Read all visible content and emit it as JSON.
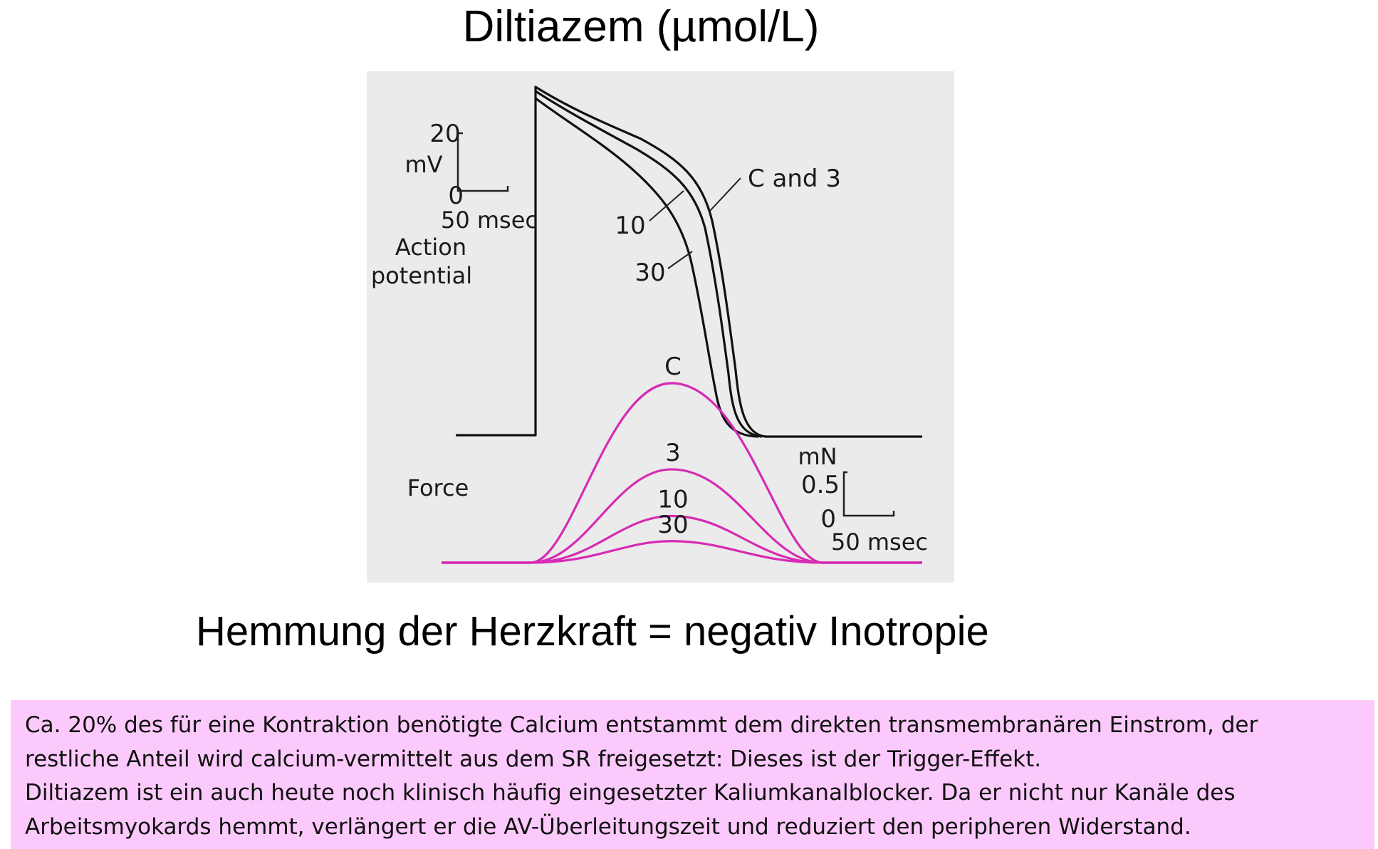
{
  "title": "Diltiazem (µmol/L)",
  "subtitle": "Hemmung der Herzkraft = negativ Inotropie",
  "note": {
    "lines": [
      "Ca. 20% des für eine Kontraktion benötigte Calcium entstammt dem direkten transmembranären Einstrom, der",
      "restliche Anteil wird calcium-vermittelt aus dem SR freigesetzt: Dieses ist der Trigger-Effekt.",
      "Diltiazem ist ein auch heute noch klinisch häufig eingesetzter Kaliumkanalblocker. Da er nicht nur Kanäle des",
      "Arbeitsmyokards hemmt, verlängert er die AV-Überleitungszeit und reduziert den peripheren Widerstand."
    ]
  },
  "colors": {
    "action_potential": "#111111",
    "force": "#d62bb4",
    "figure_bg": "#ebebeb",
    "note_bg": "#fbc9fb"
  },
  "chart_data": {
    "type": "line",
    "panels": [
      {
        "label_lines": [
          "Action",
          "potential"
        ],
        "scale_bar": {
          "unit": "mV",
          "top_label": "20",
          "bottom_label": "0",
          "time_label": "50 msec"
        },
        "series_labels": [
          "C and 3",
          "10",
          "30"
        ]
      },
      {
        "label": "Force",
        "scale_bar": {
          "unit": "mN",
          "top_label": "0.5",
          "bottom_label": "0",
          "time_label": "50 msec"
        },
        "series": [
          {
            "name": "C",
            "peak": 0.5
          },
          {
            "name": "3",
            "peak": 0.26
          },
          {
            "name": "10",
            "peak": 0.13
          },
          {
            "name": "30",
            "peak": 0.06
          }
        ]
      }
    ]
  }
}
